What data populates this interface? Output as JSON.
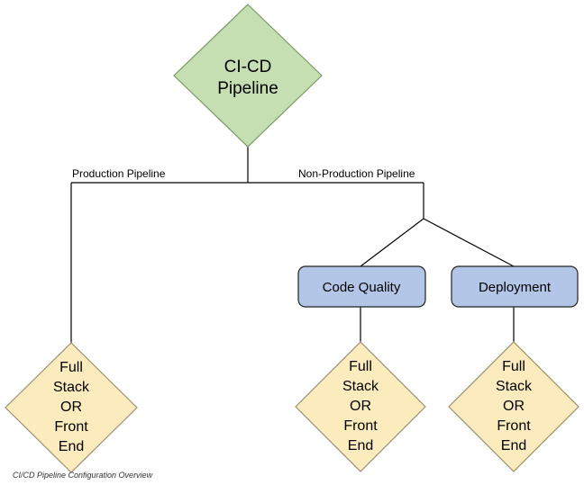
{
  "colors": {
    "root_fill": "#c5dfb3",
    "root_stroke": "#7a9a64",
    "leaf_fill": "#fbebbd",
    "leaf_stroke": "#9c9070",
    "box_fill": "#b4c6e7",
    "box_stroke": "#222222",
    "line": "#000000"
  },
  "root": {
    "lines": [
      "CI-CD",
      "Pipeline"
    ]
  },
  "edges": {
    "production": "Production Pipeline",
    "non_production": "Non-Production Pipeline"
  },
  "stages": {
    "code_quality": "Code Quality",
    "deployment": "Deployment"
  },
  "leaves": [
    {
      "lines": [
        "Full",
        "Stack",
        "OR",
        "Front",
        "End"
      ]
    },
    {
      "lines": [
        "Full",
        "Stack",
        "OR",
        "Front",
        "End"
      ]
    },
    {
      "lines": [
        "Full",
        "Stack",
        "OR",
        "Front",
        "End"
      ]
    }
  ],
  "caption": "CI/CD Pipeline Configuration Overview"
}
